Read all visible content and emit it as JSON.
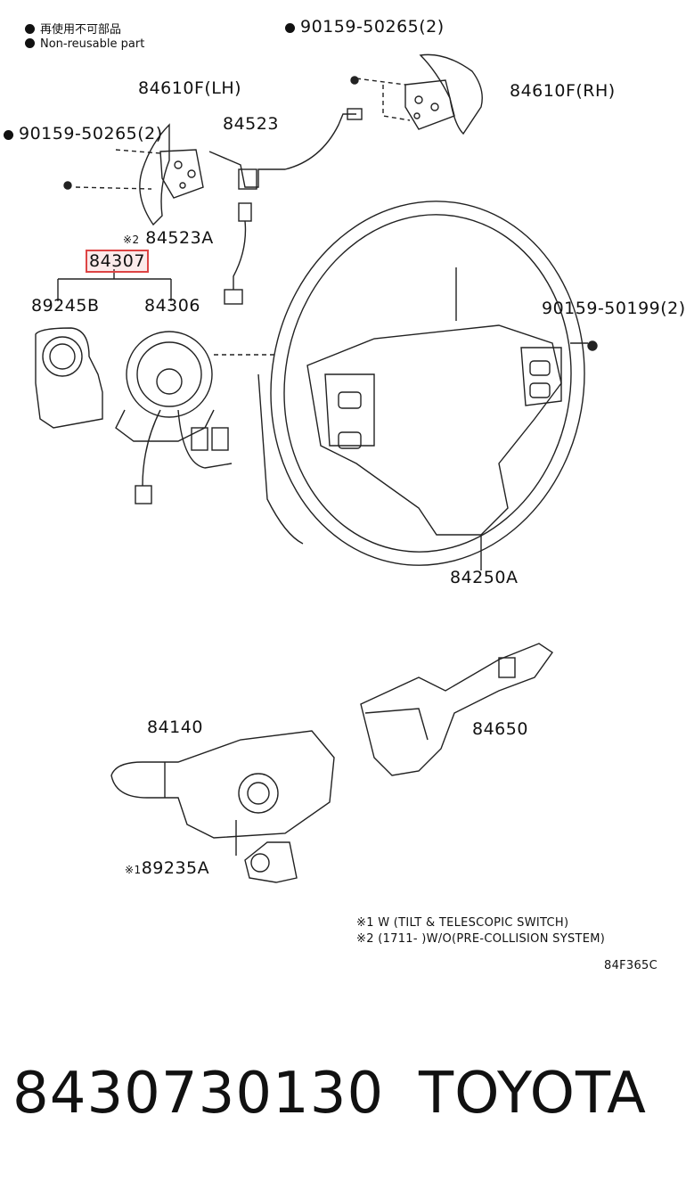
{
  "legend": {
    "reuse_jp": "再使用不可部品",
    "reuse_en": "Non-reusable part"
  },
  "parts": {
    "p90159_50265_top": "90159-50265(2)",
    "p84610F_LH": "84610F(LH)",
    "p84610F_RH": "84610F(RH)",
    "p90159_50265_left": "90159-50265(2)",
    "p84523": "84523",
    "p84523A_mark": "※2",
    "p84523A": "84523A",
    "p84307": "84307",
    "p89245B": "89245B",
    "p84306": "84306",
    "p90159_50199": "90159-50199(2)",
    "p84250A": "84250A",
    "p84140": "84140",
    "p84650": "84650",
    "p89235A_mark": "※1",
    "p89235A": "89235A"
  },
  "notes": {
    "note1": "※1 W (TILT & TELESCOPIC SWITCH)",
    "note2": "※2  (1711-      )W/O(PRE-COLLISION SYSTEM)",
    "code": "84F365C"
  },
  "footer": {
    "part_number": "8430730130",
    "brand": "TOYOTA"
  },
  "colors": {
    "line": "#222222",
    "highlight": "#d44444"
  }
}
